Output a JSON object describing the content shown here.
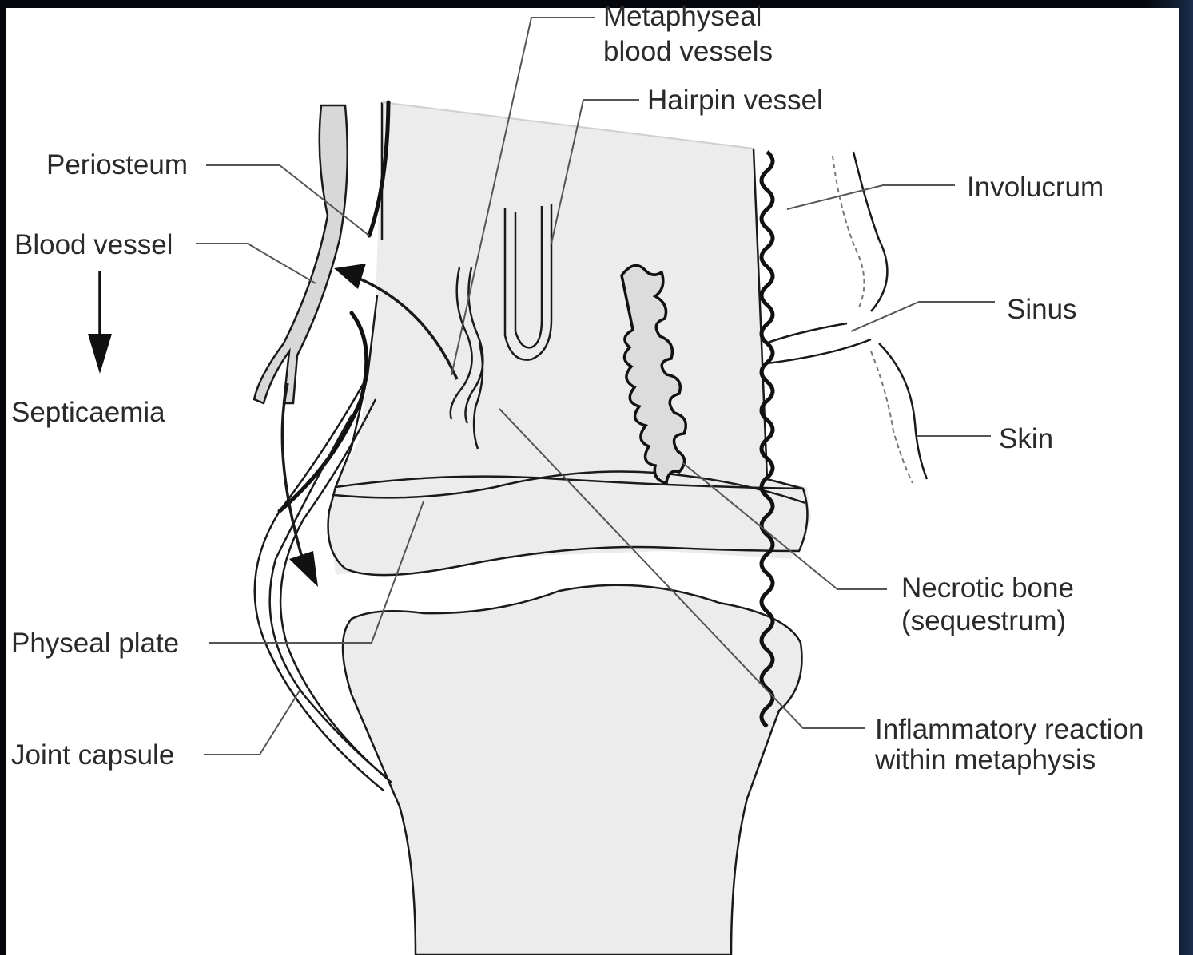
{
  "labels": {
    "metaphyseal_line1": "Metaphyseal",
    "metaphyseal_line2": "blood vessels",
    "hairpin": "Hairpin vessel",
    "periosteum": "Periosteum",
    "blood_vessel": "Blood vessel",
    "septicaemia": "Septicaemia",
    "involucrum": "Involucrum",
    "sinus": "Sinus",
    "skin": "Skin",
    "necrotic_line1": "Necrotic bone",
    "necrotic_line2": "(sequestrum)",
    "physeal": "Physeal plate",
    "joint_capsule": "Joint capsule",
    "inflammatory_line1": "Inflammatory reaction",
    "inflammatory_line2": "within metaphysis"
  },
  "colors": {
    "background": "#05070c",
    "panel": "#ffffff",
    "bone_fill": "#ececec",
    "ink": "#1a1a1a",
    "text": "#2a2a2a"
  }
}
